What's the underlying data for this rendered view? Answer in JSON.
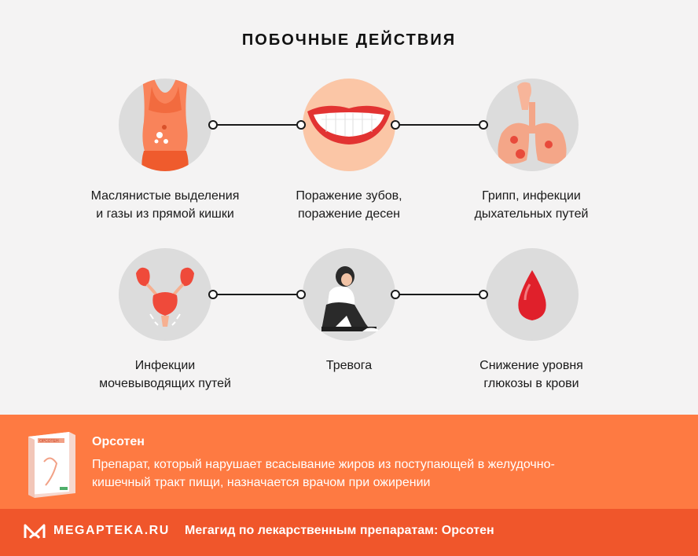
{
  "title": "ПОБОЧНЫЕ ДЕЙСТВИЯ",
  "effects": [
    {
      "line1": "Маслянистые выделения",
      "line2": "и газы из прямой кишки",
      "icon": "torso-icon"
    },
    {
      "line1": "Поражение зубов,",
      "line2": "поражение десен",
      "icon": "teeth-icon"
    },
    {
      "line1": "Грипп, инфекции",
      "line2": "дыхательных путей",
      "icon": "lungs-icon"
    },
    {
      "line1": "Инфекции",
      "line2": "мочевыводящих путей",
      "icon": "urinary-system-icon"
    },
    {
      "line1": "Тревога",
      "line2": "",
      "icon": "anxious-person-icon"
    },
    {
      "line1": "Снижение уровня",
      "line2": "глюкозы в крови",
      "icon": "blood-drop-icon"
    }
  ],
  "drug": {
    "name": "Орсотен",
    "description_line1": "Препарат, который нарушает всасывание жиров из поступающей в желудочно-",
    "description_line2": "кишечный тракт пищи, назначается врачом при ожирении",
    "pack_label": "ОРСОТЕН"
  },
  "footer": {
    "logo": "MEGAPTEKA.RU",
    "text": "Мегагид по лекарственным препаратам: Орсотен"
  },
  "colors": {
    "accent": "#fe7a42",
    "footer": "#f0562b",
    "background": "#f4f3f3"
  }
}
